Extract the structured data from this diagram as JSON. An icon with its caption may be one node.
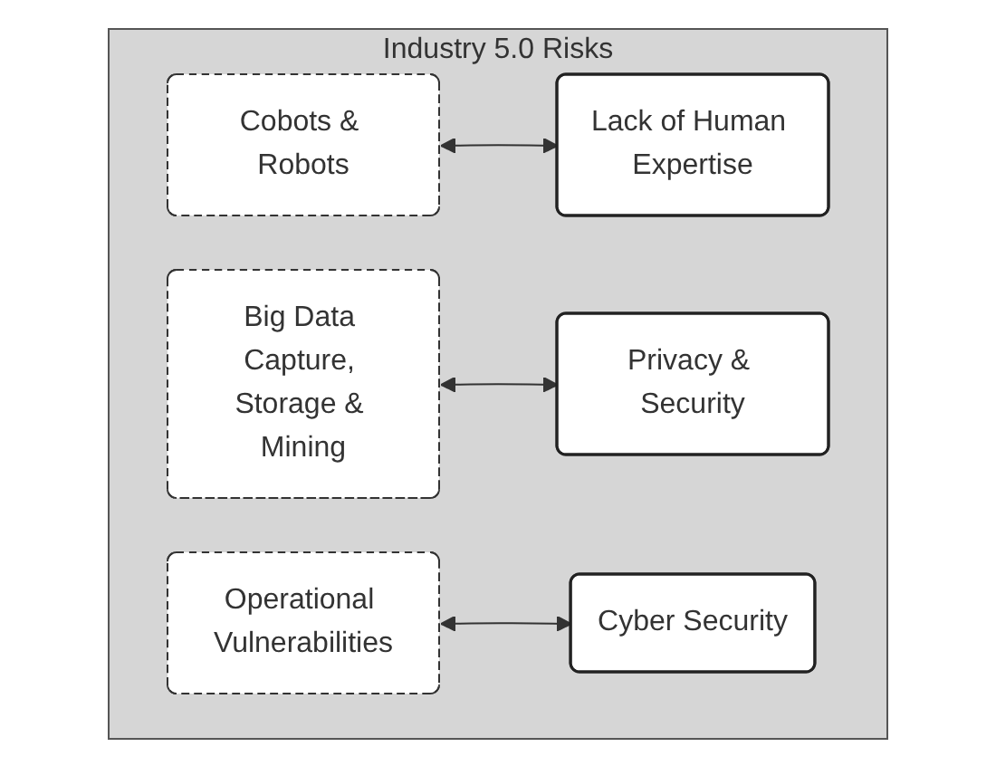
{
  "diagram": {
    "nodes": [
      {
        "text": [
          "Industry 5.0 Risks"
        ]
      },
      {
        "text": [
          "Cobots & Robots"
        ],
        "in": 0
      },
      {
        "text": [
          "Lack of Human Expertise"
        ],
        "in": 0
      },
      {
        "text": [
          "Big Data Capture, Storage & Mining"
        ],
        "in": 0
      },
      {
        "text": [
          "Privacy & Security"
        ],
        "in": 0
      },
      {
        "text": [
          "Operational Vulnerabilities"
        ],
        "in": 0
      },
      {
        "text": [
          "Cyber Security"
        ],
        "in": 0
      }
    ],
    "edges": [
      {
        "from": 1,
        "to": 2,
        "arrow": "both"
      },
      {
        "from": 3,
        "to": 4,
        "arrow": "both"
      },
      {
        "from": 5,
        "to": 6,
        "arrow": "both"
      }
    ]
  }
}
